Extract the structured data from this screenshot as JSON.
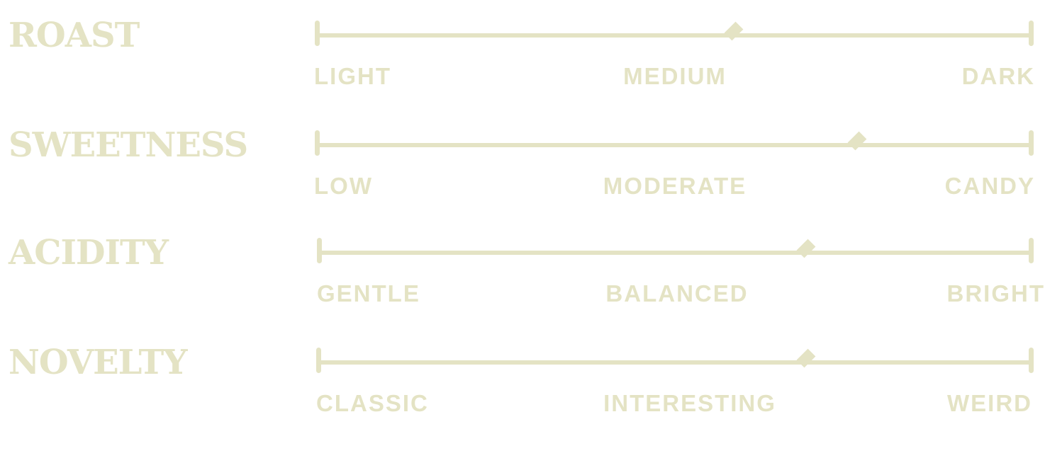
{
  "colors": {
    "accent": "#e4e3c4"
  },
  "scales": [
    {
      "title": "ROAST",
      "low": "LIGHT",
      "mid": "MEDIUM",
      "high": "DARK",
      "value": 0.583
    },
    {
      "title": "SWEETNESS",
      "low": "LOW",
      "mid": "MODERATE",
      "high": "CANDY",
      "value": 0.756
    },
    {
      "title": "ACIDITY",
      "low": "GENTLE",
      "mid": "BALANCED",
      "high": "BRIGHT",
      "value": 0.684
    },
    {
      "title": "NOVELTY",
      "low": "CLASSIC",
      "mid": "INTERESTING",
      "high": "WEIRD",
      "value": 0.684
    }
  ]
}
